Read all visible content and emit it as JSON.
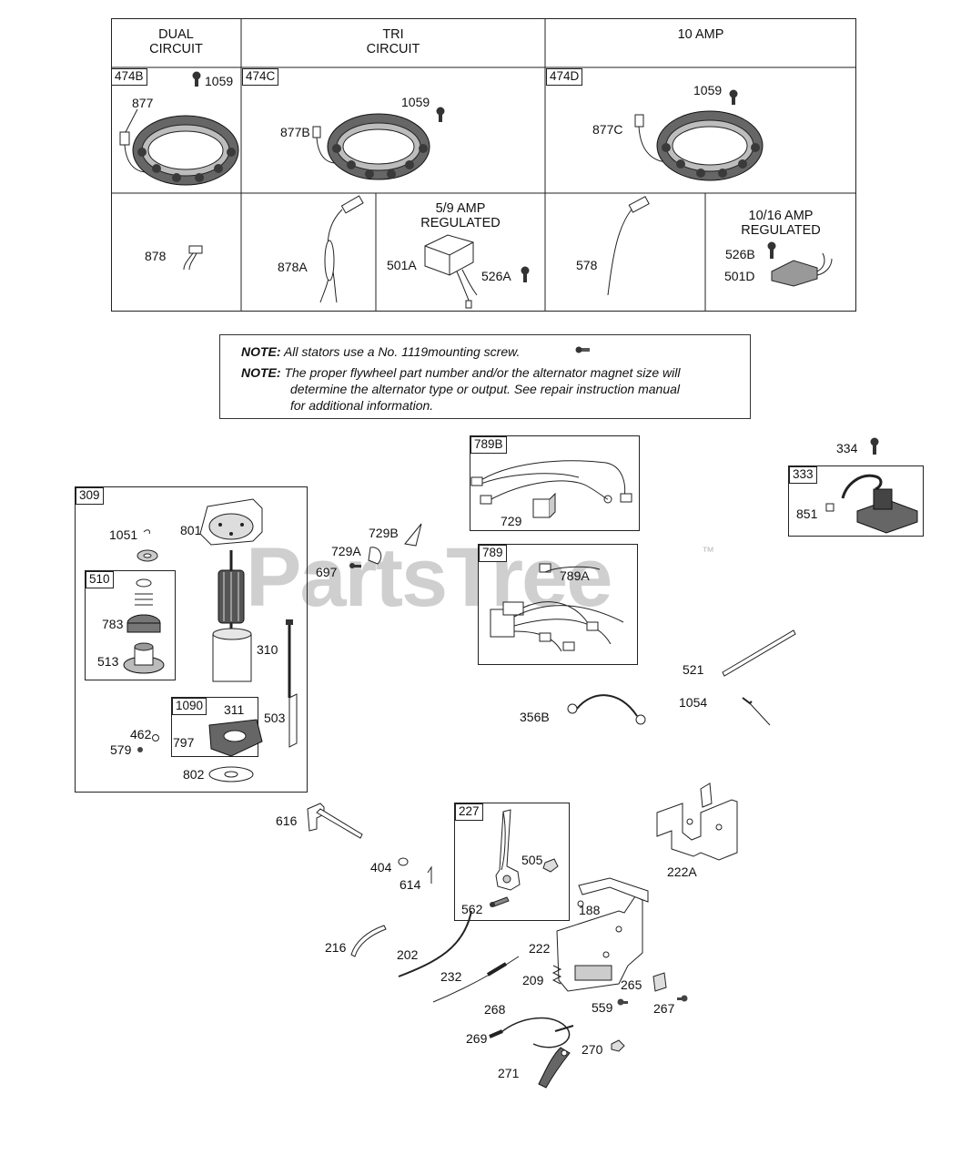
{
  "table": {
    "headers": [
      "DUAL\nCIRCUIT",
      "TRI\nCIRCUIT",
      "10 AMP"
    ],
    "row1": {
      "dual": {
        "box": "474B",
        "screw": "1059",
        "harness": "877"
      },
      "tri": {
        "box": "474C",
        "screw": "1059",
        "harness": "877B"
      },
      "amp10": {
        "box": "474D",
        "screw": "1059",
        "harness": "877C"
      }
    },
    "row2": {
      "dual": {
        "harness": "878"
      },
      "tri": {
        "harness": "878A"
      },
      "reg59": {
        "title": "5/9 AMP\nREGULATED",
        "regulator": "501A",
        "screw": "526A"
      },
      "amp10": {
        "harness": "578"
      },
      "reg1016": {
        "title": "10/16 AMP\nREGULATED",
        "screw": "526B",
        "regulator": "501D"
      }
    }
  },
  "note": {
    "label1": "NOTE:",
    "text1": "All stators use a No. 1119mounting screw.",
    "label2": "NOTE:",
    "text2_line1": "The proper flywheel part number and/or the alternator magnet size will",
    "text2_line2": "determine the alternator type or output. See repair instruction manual",
    "text2_line3": "for additional information."
  },
  "watermark": {
    "text": "PartsTree",
    "tm": "™"
  },
  "starter": {
    "box": "309",
    "p1051": "1051",
    "p801": "801",
    "sub510": "510",
    "p783": "783",
    "p513": "513",
    "p310": "310",
    "sub1090": "1090",
    "p311": "311",
    "p797": "797",
    "p462": "462",
    "p579": "579",
    "p503": "503",
    "p802": "802"
  },
  "wiring": {
    "box789b": "789B",
    "p729": "729",
    "box789": "789",
    "p789a": "789A",
    "p729b": "729B",
    "p729a": "729A",
    "p697": "697"
  },
  "ignition": {
    "p334": "334",
    "box333": "333",
    "p851": "851"
  },
  "misc": {
    "p521": "521",
    "p1054": "1054",
    "p356b": "356B"
  },
  "controls": {
    "p616": "616",
    "p404": "404",
    "p614": "614",
    "box227": "227",
    "p505": "505",
    "p562": "562",
    "p222a": "222A",
    "p188": "188",
    "p216": "216",
    "p202": "202",
    "p222": "222",
    "p232": "232",
    "p209": "209",
    "p265": "265",
    "p559": "559",
    "p267": "267",
    "p268": "268",
    "p269": "269",
    "p270": "270",
    "p271": "271"
  }
}
